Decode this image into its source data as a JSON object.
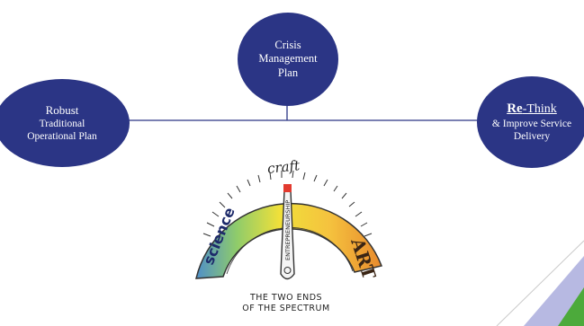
{
  "diagram": {
    "nodes": {
      "left": {
        "line1": "Robust",
        "line2": "Traditional",
        "line3": "Operational Plan"
      },
      "top": {
        "line1": "Crisis",
        "line2": "Management",
        "line3": "Plan"
      },
      "right": {
        "bold_prefix": "Re",
        "line1_rest": "-Think",
        "line2": "& Improve Service",
        "line3": "Delivery"
      }
    },
    "gauge": {
      "labels": {
        "science": "science",
        "craft": "craft",
        "art": "ART",
        "needle": "ENTREPRENEURSHIP"
      },
      "caption_line1": "THE TWO ENDS",
      "caption_line2": "OF THE SPECTRUM"
    },
    "colors": {
      "node_fill": "#2b3585",
      "connector": "#2b3585",
      "accent_green": "#4caa3b",
      "accent_lavender": "#b7b9e2"
    }
  }
}
